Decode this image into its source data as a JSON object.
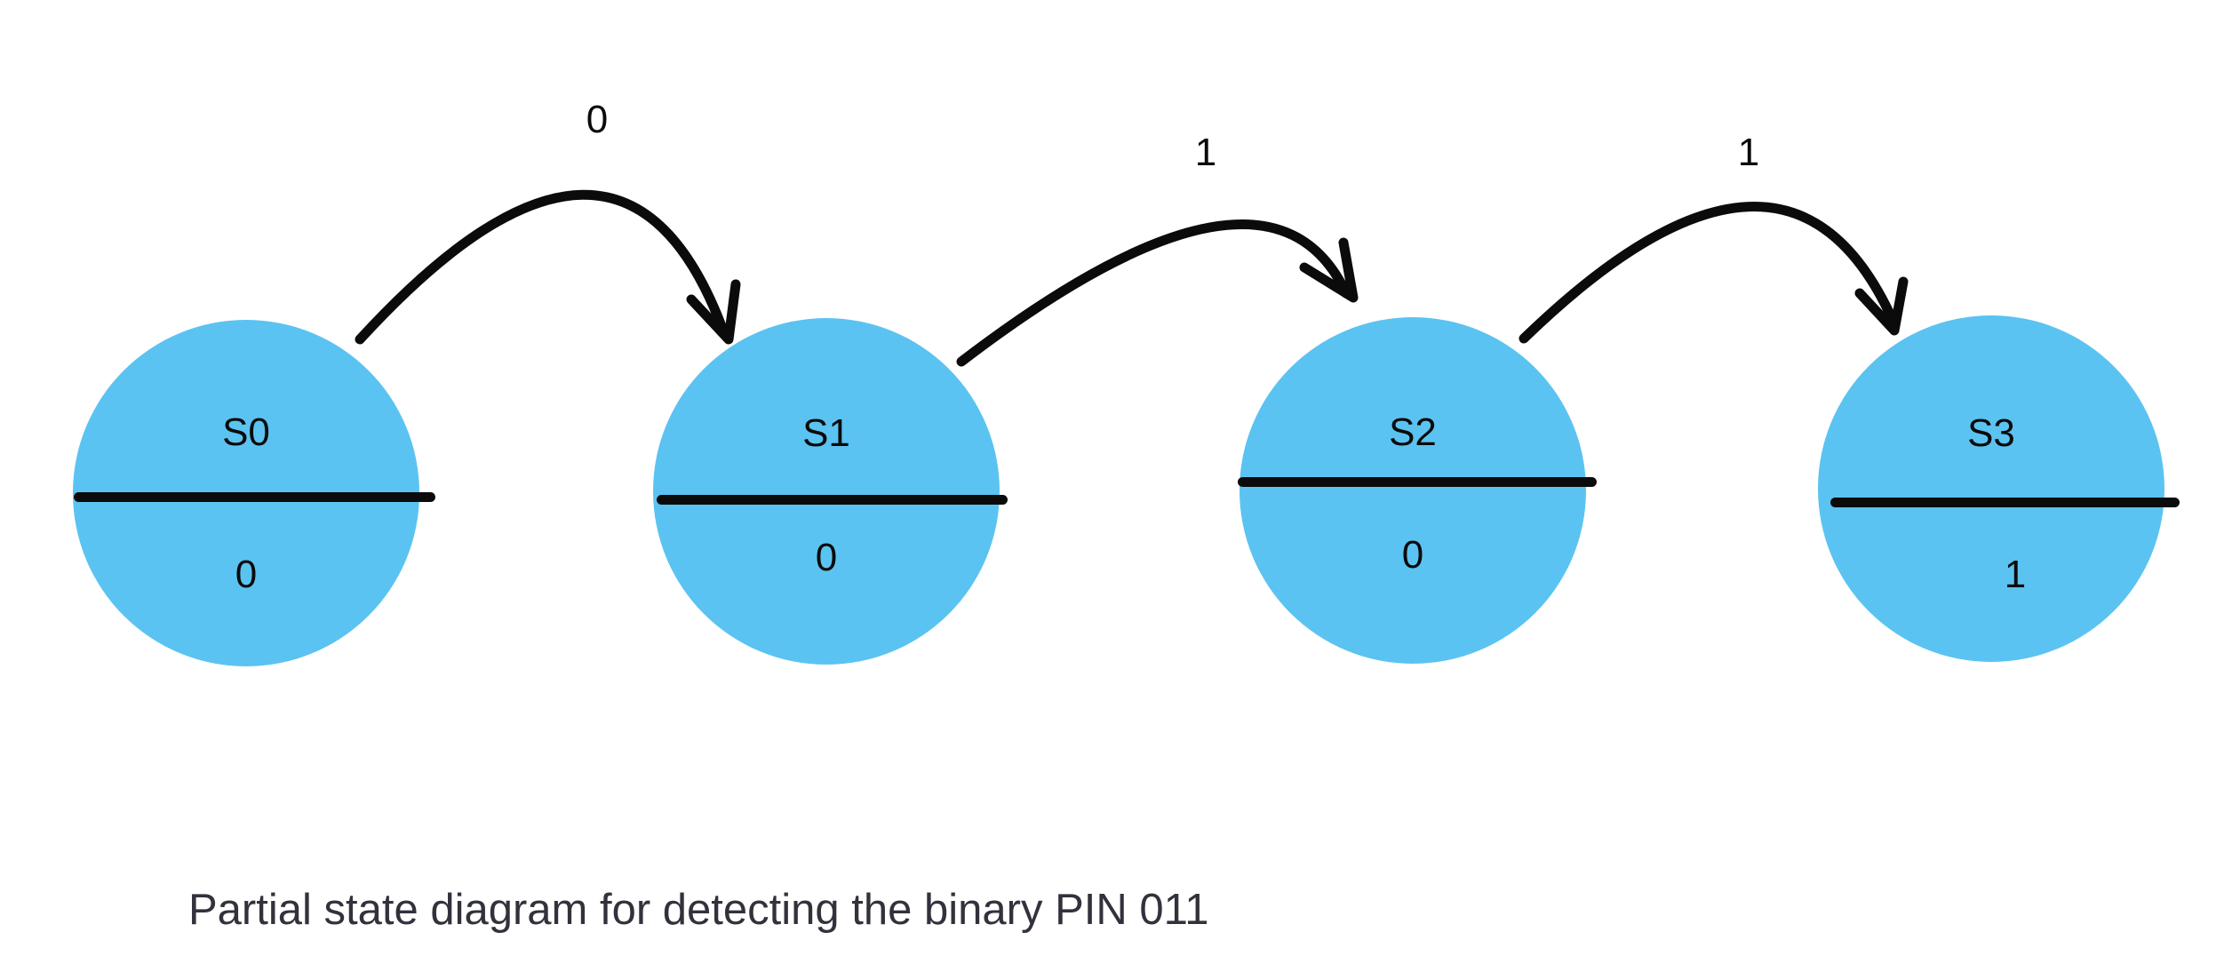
{
  "diagram": {
    "states": [
      {
        "name": "S0",
        "output": "0"
      },
      {
        "name": "S1",
        "output": "0"
      },
      {
        "name": "S2",
        "output": "0"
      },
      {
        "name": "S3",
        "output": "1"
      }
    ],
    "transitions": [
      {
        "from": "S0",
        "to": "S1",
        "input": "0"
      },
      {
        "from": "S1",
        "to": "S2",
        "input": "1"
      },
      {
        "from": "S2",
        "to": "S3",
        "input": "1"
      }
    ],
    "caption": "Partial state diagram for detecting the binary PIN 011",
    "colors": {
      "state_fill": "#5BC3F1",
      "line": "#0B0B0B",
      "caption": "#32323D",
      "background": "#FFFFFF"
    }
  }
}
